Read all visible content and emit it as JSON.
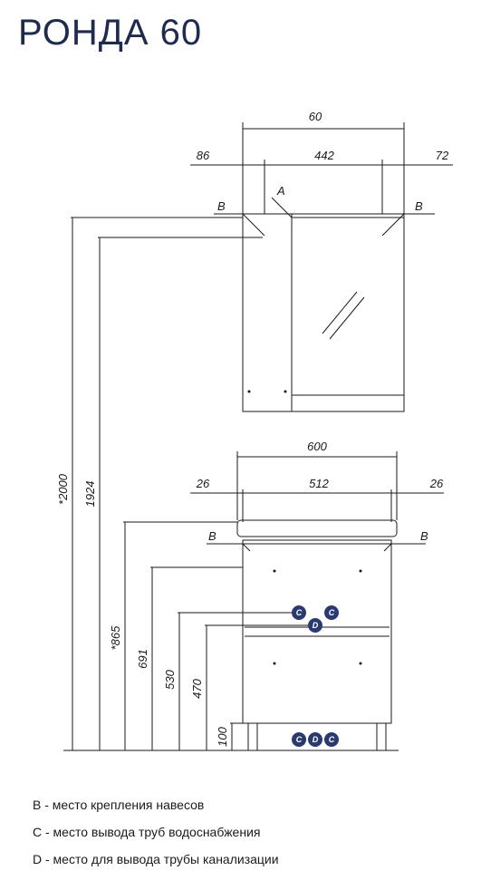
{
  "title": "РОНДА 60",
  "dims": {
    "top_width": "60",
    "left_offset": "86",
    "mid_width": "442",
    "right_offset": "72",
    "base_width": "600",
    "base_left": "26",
    "base_mid": "512",
    "base_right": "26",
    "h2000": "*2000",
    "h1924": "1924",
    "h865": "*865",
    "h691": "691",
    "h530": "530",
    "h470": "470",
    "h100": "100"
  },
  "labels": {
    "b": "B",
    "a": "A",
    "c": "C",
    "d": "D"
  },
  "legend": [
    "B - место крепления навесов",
    "C - место вывода труб водоснабжения",
    "D - место для вывода трубы канализации"
  ]
}
